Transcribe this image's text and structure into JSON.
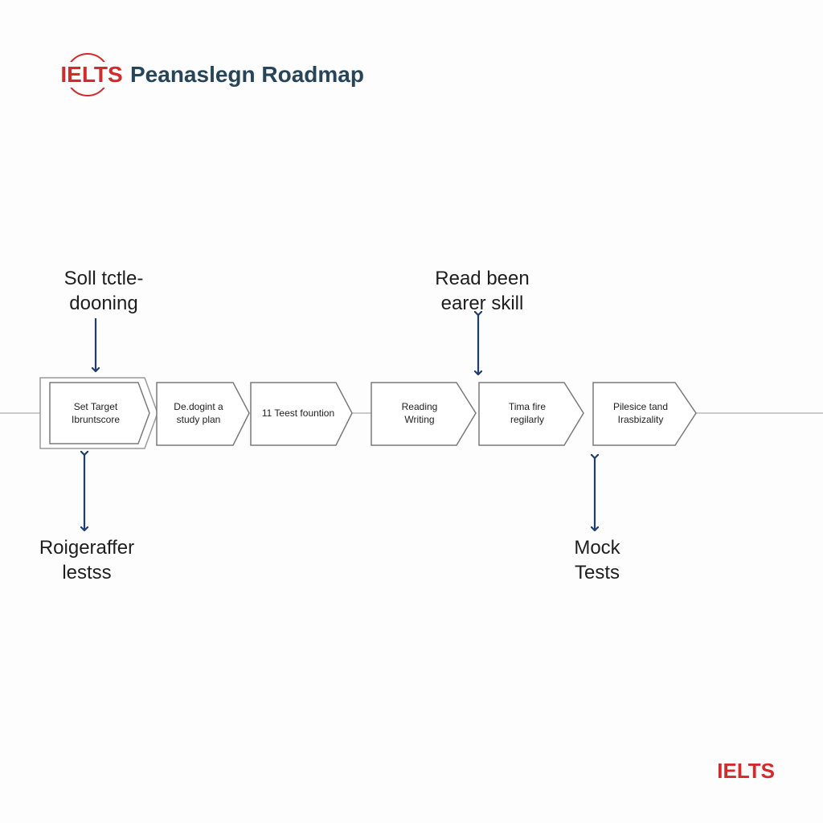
{
  "header": {
    "logo_text": "IELTS",
    "title": "Peanaslegn Roadmap"
  },
  "colors": {
    "brand_red": "#d42a2a",
    "title_navy": "#274559",
    "arrow_navy": "#1f3f6a",
    "box_stroke": "#8a8a8a"
  },
  "steps": [
    {
      "id": "set-target",
      "label": "Set Target\nIbruntscore"
    },
    {
      "id": "study-plan",
      "label": "De.dogint a\nstudy plan"
    },
    {
      "id": "test-foundation",
      "label": "11 Teest fountion"
    },
    {
      "id": "reading-writing",
      "label": "Reading\nWriting"
    },
    {
      "id": "time-regularly",
      "label": "Tima fire\nregilarly"
    },
    {
      "id": "practice",
      "label": "Pilesice tand\nIrasbizality"
    }
  ],
  "callouts": {
    "top_left": {
      "line1": "Soll tctle-",
      "line2": "dooning",
      "icon": "arrow-down-icon"
    },
    "top_right": {
      "line1": "Read been",
      "line2": "earer skill",
      "icon": "double-arrow-icon"
    },
    "bottom_left": {
      "line1": "Roigeraffer",
      "line2": "lestss",
      "icon": "double-arrow-icon"
    },
    "bottom_right": {
      "line1": "Mock",
      "line2": "Tests",
      "icon": "double-arrow-icon"
    }
  },
  "footer": {
    "brand": "IELTS"
  }
}
